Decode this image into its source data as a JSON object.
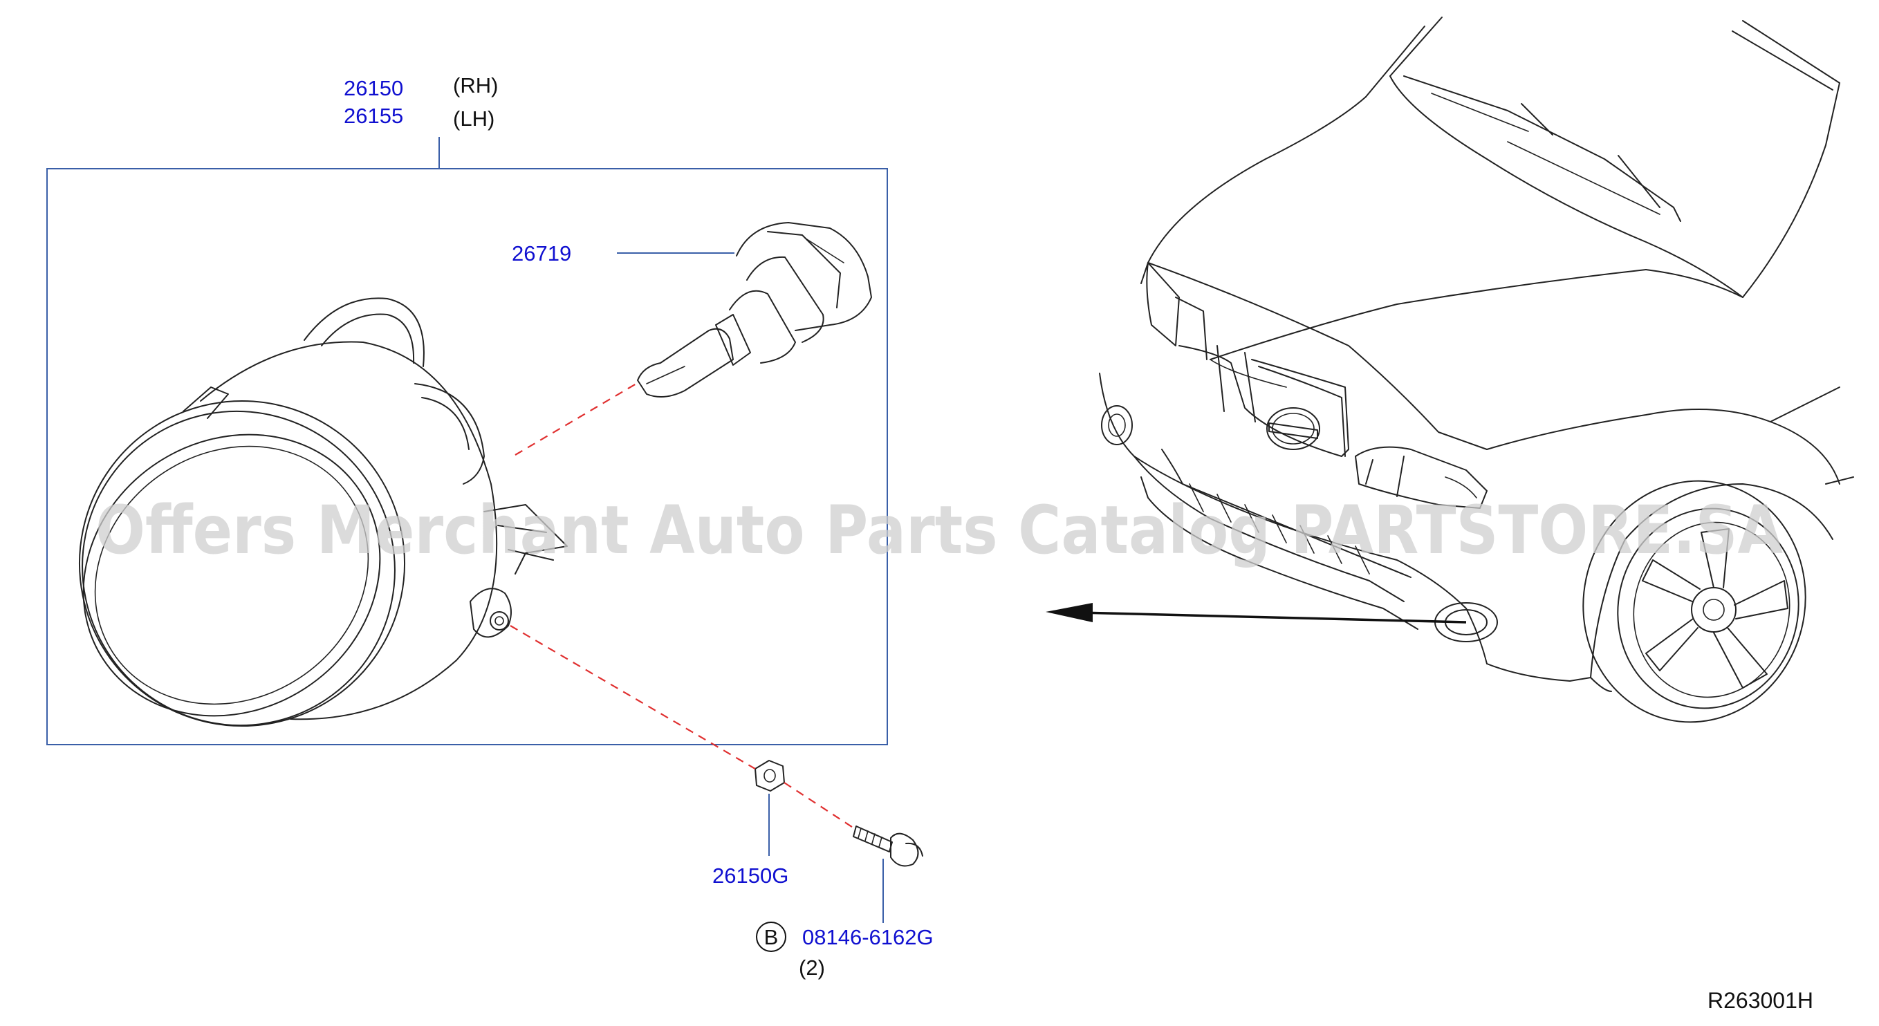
{
  "diagram": {
    "callouts": [
      {
        "part_number": "26150",
        "qualifier": "(RH)"
      },
      {
        "part_number": "26155",
        "qualifier": "(LH)"
      },
      {
        "part_number": "26719"
      },
      {
        "part_number": "26150G"
      },
      {
        "part_number": "08146-6162G",
        "badge": "B",
        "quantity": "(2)"
      }
    ],
    "reference_code": "R263001H",
    "watermark": "Offers Merchant Auto Parts Catalog PARTSTORE.SA",
    "colors": {
      "part_number_text": "#1010d0",
      "leader_line": "#3a5fa8",
      "assembly_path": "#e03030",
      "outline": "#222222",
      "watermark": "#cfcfcf"
    }
  }
}
